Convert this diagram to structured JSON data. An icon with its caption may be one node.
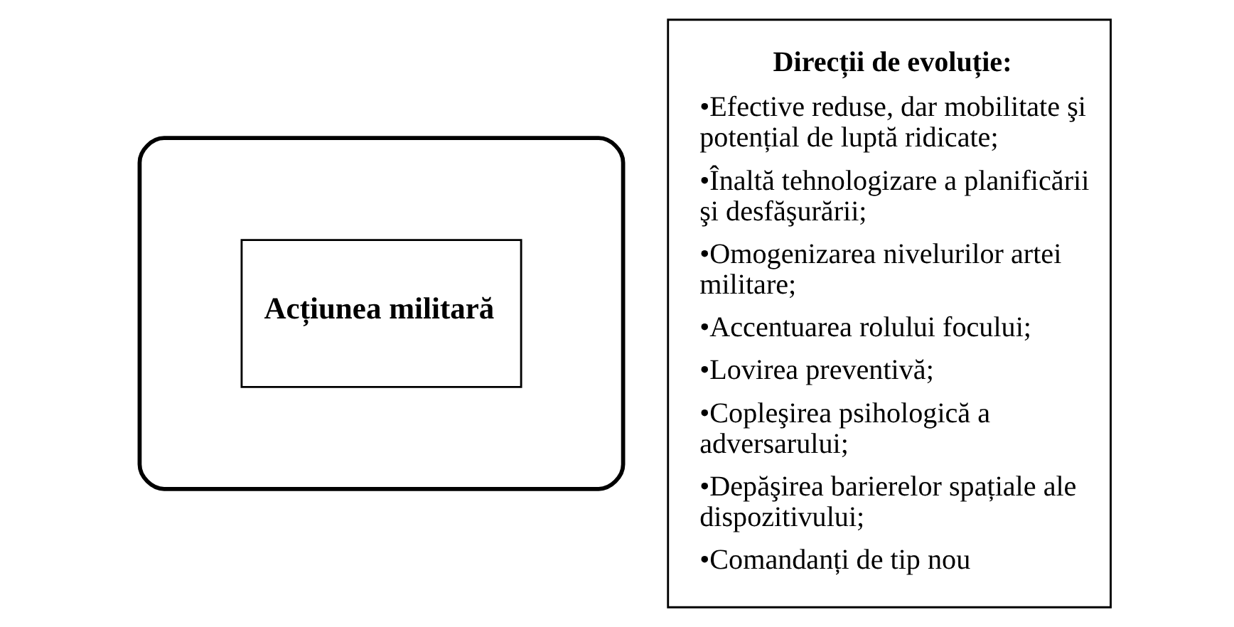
{
  "diagram": {
    "nodes": [
      {
        "text": [],
        "shape": "cloud"
      },
      {
        "text": [
          "Acțiunea militară"
        ],
        "in": 0
      },
      {
        "text": [
          "Direcții de evoluție:",
          "•Efective reduse, dar mobilitate şi potențial de luptă ridicate;",
          "•Înaltă tehnologizare a planificării şi desfăşurării;",
          "•Omogenizarea nivelurilor artei militare;",
          "•Accentuarea rolului focului;",
          "•Lovirea preventivă;",
          "•Copleşirea psihologică a adversarului;",
          "•Depăşirea barierelor spațiale ale dispozitivului;",
          "•Comandanți de tip nou"
        ]
      }
    ],
    "edges": []
  }
}
